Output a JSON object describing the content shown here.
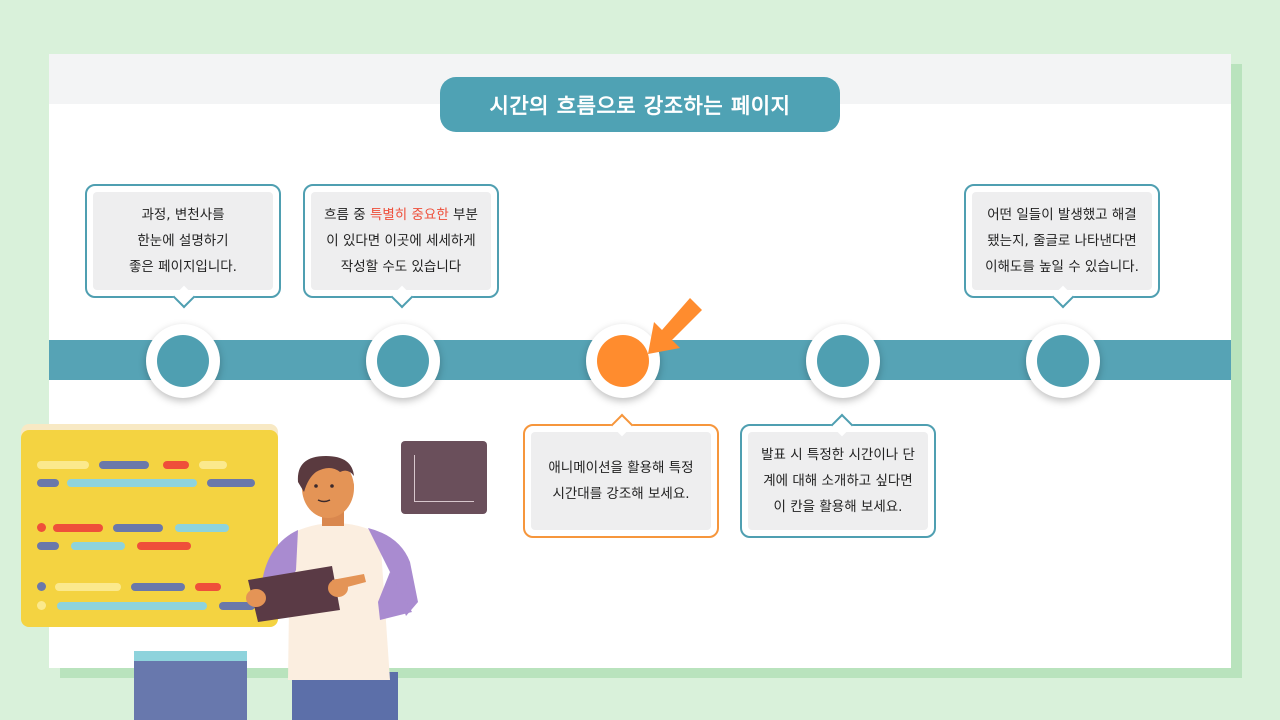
{
  "title": "시간의 흐름으로 강조하는 페이지",
  "colors": {
    "accent": "#4fa2b4",
    "highlight": "#ff8c2e",
    "emphasis_text": "#ef4f3a",
    "background": "#d9f1da"
  },
  "bubbles": {
    "b1": {
      "lines": [
        "과정, 변천사를",
        "한눈에 설명하기",
        "좋은 페이지입니다."
      ]
    },
    "b2": {
      "line1_pre": "흐름 중 ",
      "line1_hl": "특별히 중요한",
      "line1_post": " 부분",
      "line2": "이 있다면 이곳에 세세하게",
      "line3": "작성할 수도 있습니다"
    },
    "b3": {
      "lines": [
        "애니메이션을 활용해 특정",
        "시간대를 강조해 보세요."
      ]
    },
    "b4": {
      "lines": [
        "발표 시 특정한 시간이나 단",
        "계에 대해 소개하고 싶다면",
        "이 칸을 활용해 보세요."
      ]
    },
    "b5": {
      "lines": [
        "어떤 일들이 발생했고 해결",
        "됐는지, 줄글로 나타낸다면",
        "이해도를 높일 수 있습니다."
      ]
    }
  },
  "icons": {
    "pointer": "arrow-pointer-icon"
  }
}
